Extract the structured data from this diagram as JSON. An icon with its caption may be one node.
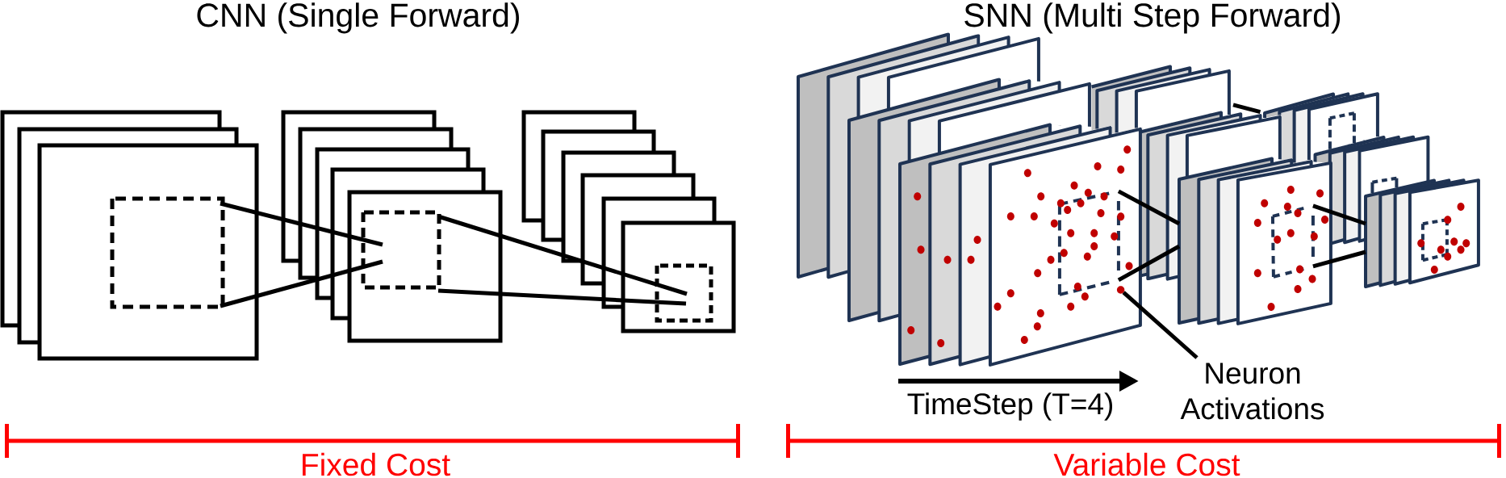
{
  "diagram": {
    "nodes": [
      {
        "text": [],
        "shape": "box"
      },
      {
        "text": [],
        "shape": "box",
        "in": 0
      },
      {
        "text": [],
        "shape": "box"
      },
      {
        "text": [],
        "shape": "box",
        "in": 2
      },
      {
        "text": [],
        "shape": "box"
      },
      {
        "text": [],
        "shape": "box",
        "in": 4
      },
      {
        "text": [],
        "shape": "box"
      },
      {
        "text": [],
        "shape": "box"
      },
      {
        "text": [],
        "shape": "circle"
      },
      {
        "text": [],
        "shape": "box"
      },
      {
        "text": [],
        "shape": "box"
      },
      {
        "text": [],
        "shape": "box"
      },
      {
        "text": [],
        "shape": "box"
      },
      {
        "text": [],
        "shape": "box",
        "in": 12
      },
      {
        "text": [],
        "shape": "box"
      },
      {
        "text": [],
        "shape": "box"
      },
      {
        "text": [],
        "shape": "box"
      },
      {
        "text": [
          "Neuron Activations"
        ]
      }
    ],
    "edges": [
      {
        "from": 1,
        "to": 3,
        "arrow": "none"
      },
      {
        "from": 1,
        "to": 3,
        "arrow": "none"
      },
      {
        "from": 3,
        "to": 5,
        "arrow": "none"
      },
      {
        "from": 3,
        "to": 5,
        "arrow": "none"
      },
      {
        "from": 7,
        "to": 10,
        "arrow": "none"
      },
      {
        "from": 7,
        "to": 10,
        "arrow": "none"
      },
      {
        "from": 11,
        "to": 15,
        "arrow": "none"
      },
      {
        "from": 11,
        "to": 15,
        "arrow": "none"
      },
      {
        "from": 9,
        "to": 12,
        "arrow": "none"
      },
      {
        "from": 17,
        "to": 8,
        "arrow": "none"
      }
    ],
    "labels": [
      "CNN (Single Forward)",
      "SNN (Multi Step Forward)",
      "TimeStep (T=4)",
      "Fixed Cost",
      "Variable Cost"
    ]
  }
}
